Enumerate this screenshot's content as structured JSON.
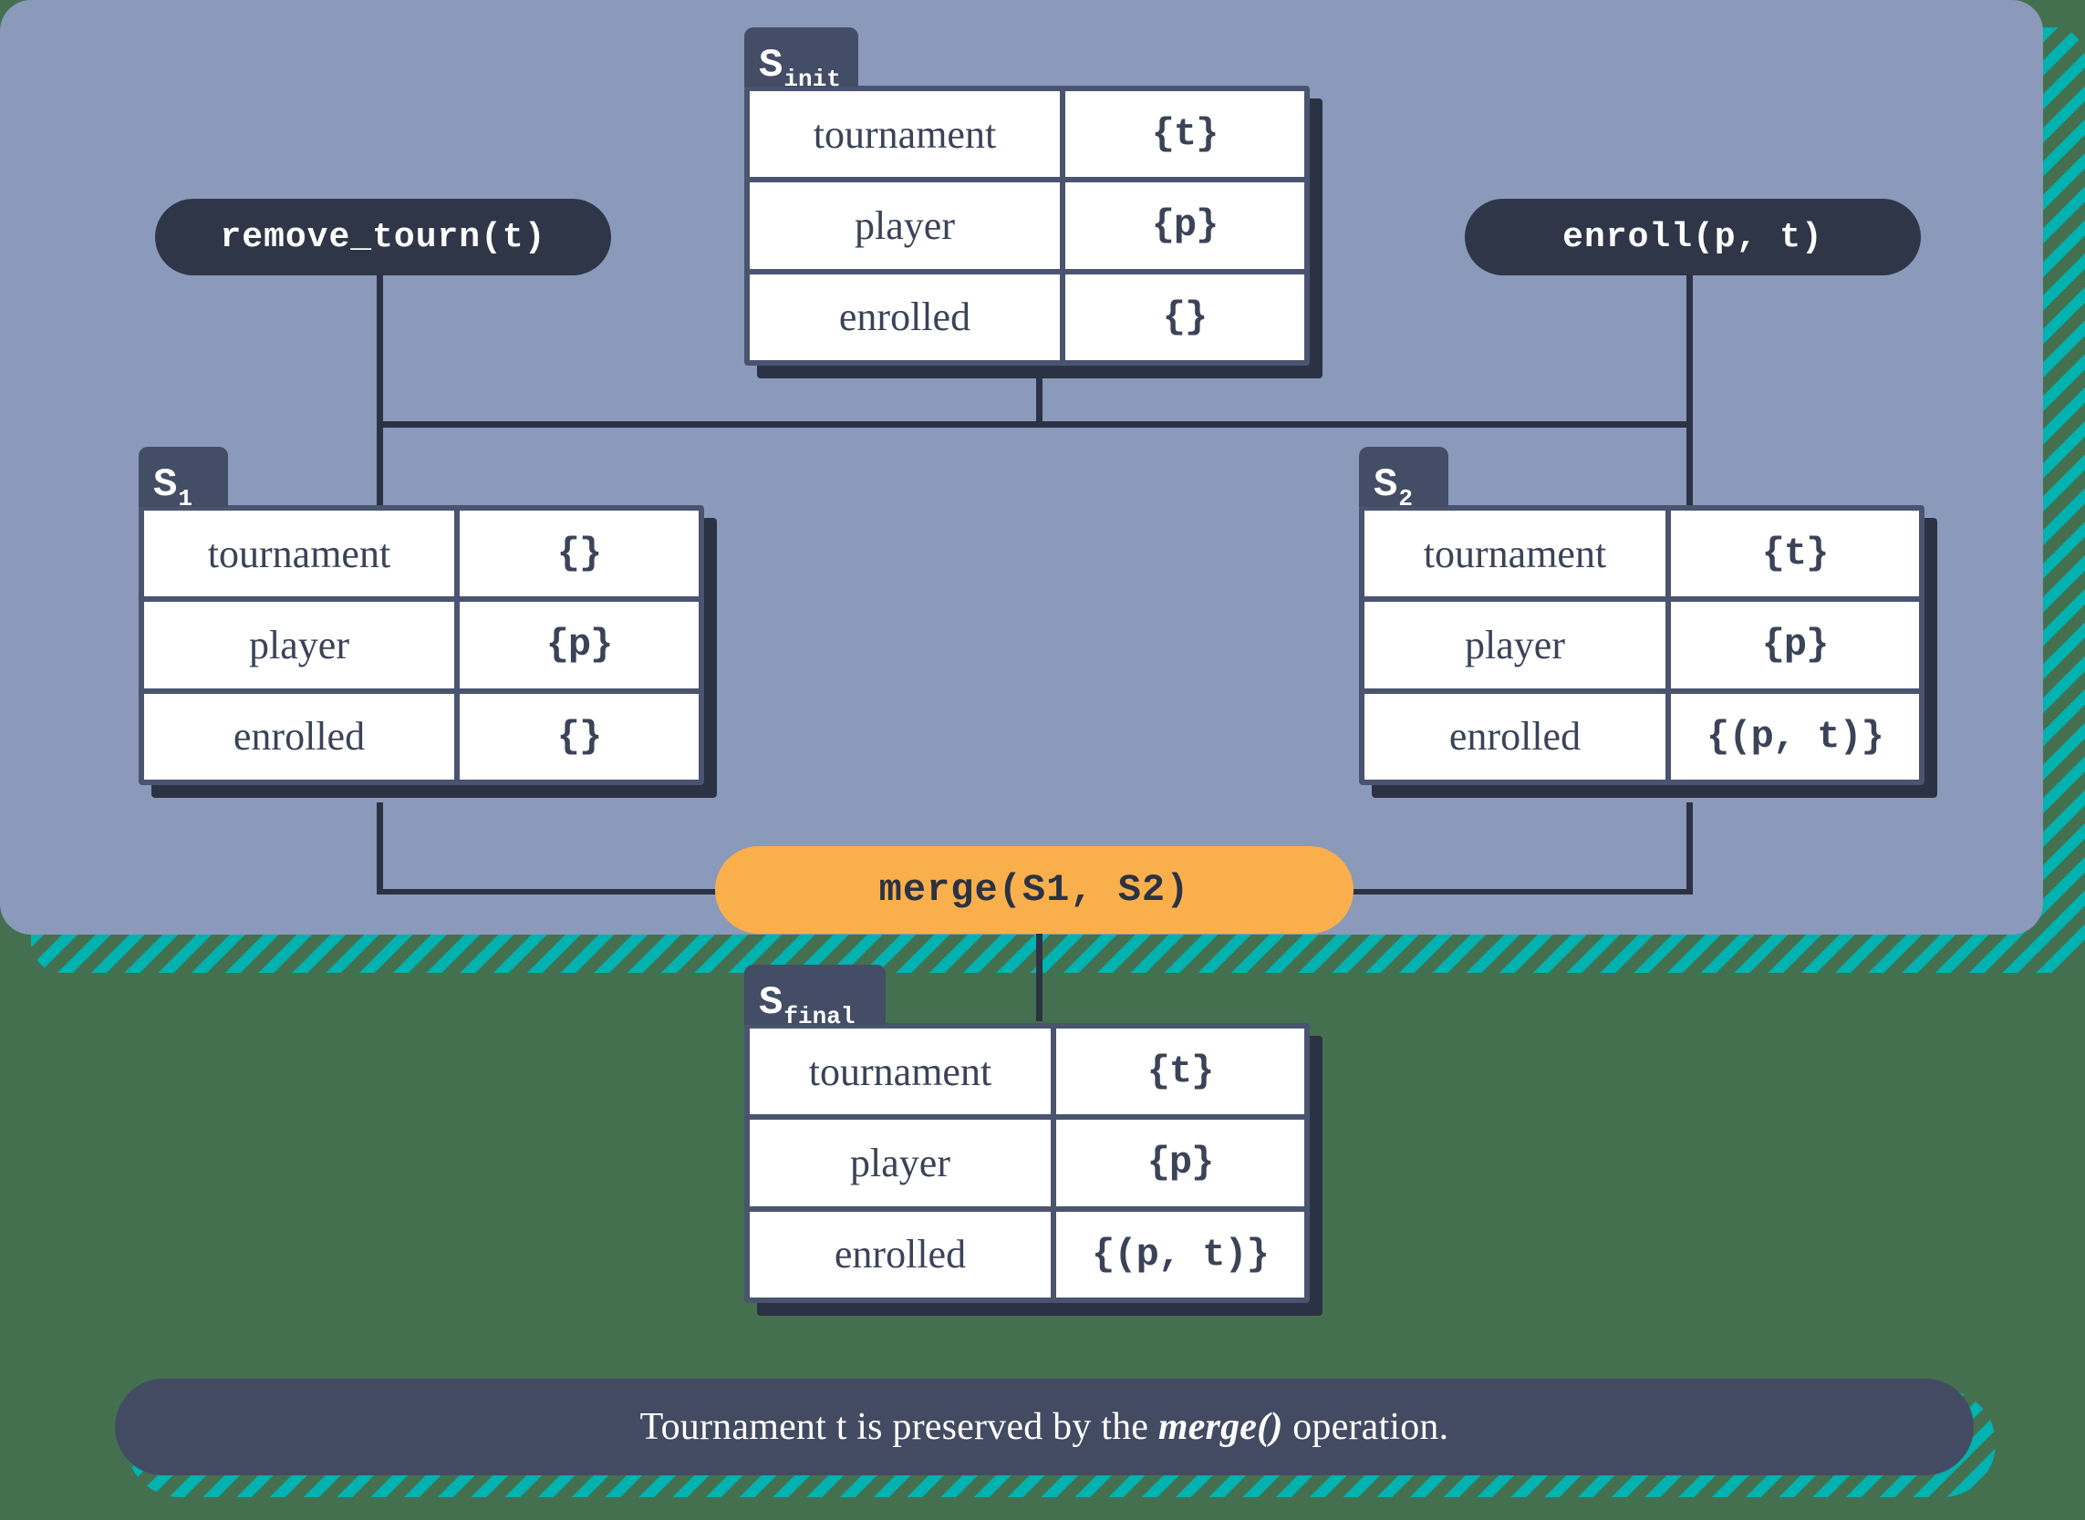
{
  "diagram": {
    "title_caption": "Tournament t is preserved by the ",
    "caption_bold": "merge()",
    "caption_tail": " operation."
  },
  "operations": {
    "remove": "remove_tourn(t)",
    "enroll": "enroll(p, t)",
    "merge": "merge(S1, S2)"
  },
  "colors": {
    "panel": "#8b99ba",
    "outer": "#44704f",
    "stripe": "#00b2b0",
    "dark": "#2f3648",
    "accent": "#f9b04c",
    "table_border": "#4a5470",
    "shadow": "#2b3243"
  },
  "states": [
    {
      "id": "s-init",
      "name": "S",
      "subscript": "init",
      "rows": [
        {
          "key": "tournament",
          "value": "{t}"
        },
        {
          "key": "player",
          "value": "{p}"
        },
        {
          "key": "enrolled",
          "value": "{}"
        }
      ]
    },
    {
      "id": "s-1",
      "name": "S",
      "subscript": "1",
      "rows": [
        {
          "key": "tournament",
          "value": "{}"
        },
        {
          "key": "player",
          "value": "{p}"
        },
        {
          "key": "enrolled",
          "value": "{}"
        }
      ]
    },
    {
      "id": "s-2",
      "name": "S",
      "subscript": "2",
      "rows": [
        {
          "key": "tournament",
          "value": "{t}"
        },
        {
          "key": "player",
          "value": "{p}"
        },
        {
          "key": "enrolled",
          "value": "{(p, t)}"
        }
      ]
    },
    {
      "id": "s-final",
      "name": "S",
      "subscript": "final",
      "rows": [
        {
          "key": "tournament",
          "value": "{t}"
        },
        {
          "key": "player",
          "value": "{p}"
        },
        {
          "key": "enrolled",
          "value": "{(p, t)}"
        }
      ]
    }
  ]
}
